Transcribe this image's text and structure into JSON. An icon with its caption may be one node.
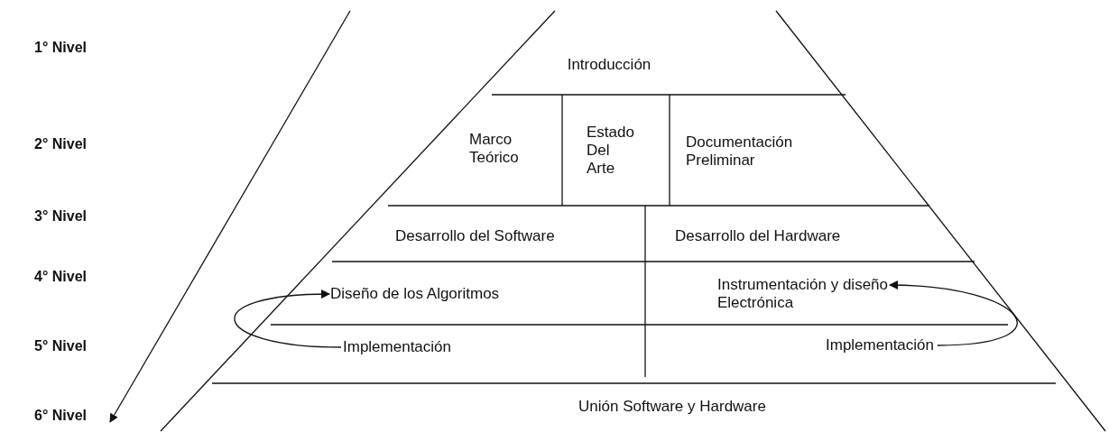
{
  "diagram": {
    "nodes": [
      {
        "text": [
          "Introducción"
        ]
      },
      {
        "text": [
          "Marco Teórico"
        ]
      },
      {
        "text": [
          "Estado Del Arte"
        ]
      },
      {
        "text": [
          "Documentación Preliminar"
        ]
      },
      {
        "text": [
          "Desarrollo del Software"
        ]
      },
      {
        "text": [
          "Desarrollo del Hardware"
        ]
      },
      {
        "text": [
          "Diseño de los Algoritmos"
        ]
      },
      {
        "text": [
          "Instrumentación y diseño Electrónica"
        ]
      },
      {
        "text": [
          "Implementación"
        ]
      },
      {
        "text": [
          "Implementación"
        ]
      },
      {
        "text": [
          "Unión Software y Hardware"
        ]
      }
    ],
    "edges": [
      {
        "from": 8,
        "to": 6,
        "arrow": "to"
      },
      {
        "from": 9,
        "to": 7,
        "arrow": "to"
      }
    ],
    "labels": [
      "1° Nivel",
      "2° Nivel",
      "3° Nivel",
      "4° Nivel",
      "5° Nivel",
      "6° Nivel"
    ]
  }
}
